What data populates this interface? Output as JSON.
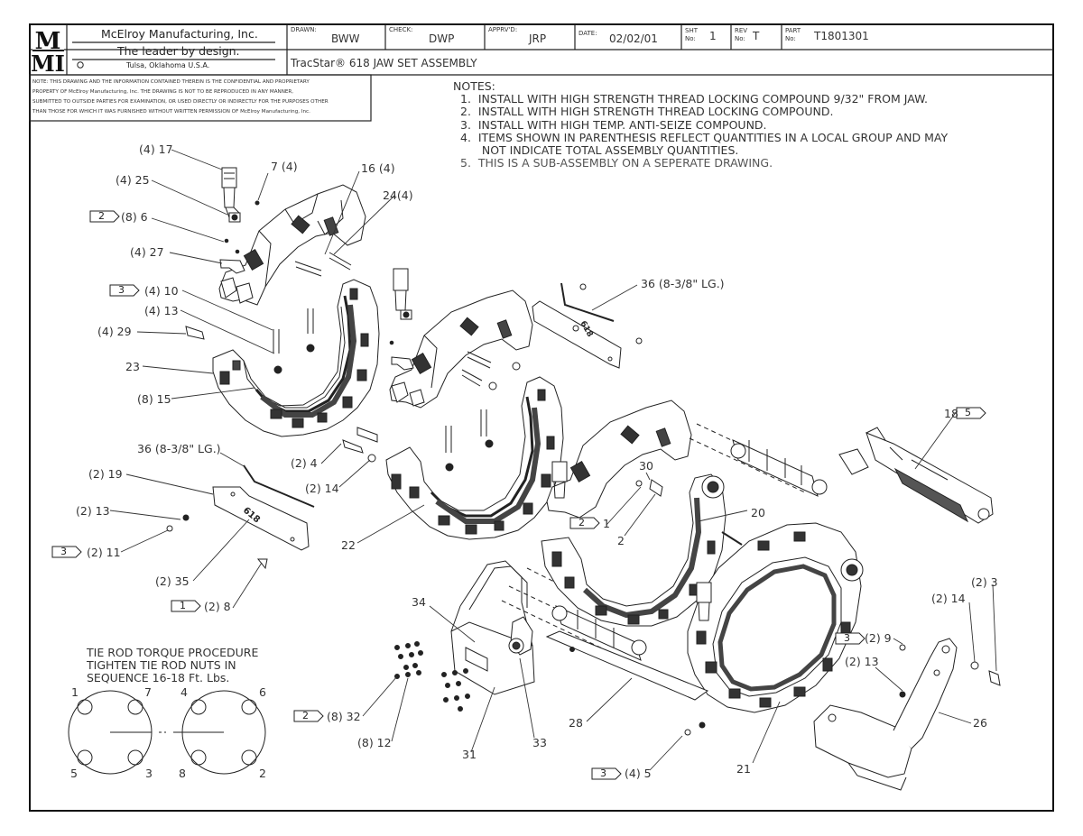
{
  "title_block": {
    "company": "McElroy Manufacturing, Inc.",
    "tagline": "The leader by design.",
    "location": "Tulsa, Oklahoma U.S.A.",
    "logo_top": "M",
    "logo_bottom": "MI",
    "drawn_label": "DRAWN:",
    "drawn_value": "BWW",
    "check_label": "CHECK:",
    "check_value": "DWP",
    "apprvd_label": "APPRV'D:",
    "apprvd_value": "JRP",
    "date_label": "DATE:",
    "date_value": "02/02/01",
    "sht_label_1": "SHT",
    "sht_label_2": "No:",
    "sht_value": "1",
    "rev_label_1": "REV",
    "rev_label_2": "No:",
    "rev_value": "T",
    "part_label_1": "PART",
    "part_label_2": "No:",
    "part_value": "T1801301",
    "drawing_title": "TracStar® 618 JAW SET ASSEMBLY"
  },
  "confidential_note": [
    "NOTE: THIS DRAWING AND THE INFORMATION CONTAINED THEREIN IS THE CONFIDENTIAL AND PROPRIETARY",
    "PROPERTY OF McElroy Manufacturing, Inc. THE DRAWING IS NOT TO BE REPRODUCED IN ANY MANNER,",
    "SUBMITTED TO OUTSIDE PARTIES FOR EXAMINATION, OR USED DIRECTLY OR INDIRECTLY FOR THE PURPOSES OTHER",
    "THAN THOSE FOR WHICH IT WAS FURNISHED WITHOUT WRITTEN PERMISSION OF McElroy Manufacturing, Inc."
  ],
  "notes": {
    "heading": "NOTES:",
    "items": [
      "1.  INSTALL WITH HIGH STRENGTH THREAD LOCKING COMPOUND 9/32\" FROM JAW.",
      "2.  INSTALL WITH HIGH STRENGTH THREAD LOCKING COMPOUND.",
      "3.  INSTALL WITH HIGH TEMP. ANTI-SEIZE COMPOUND.",
      "4.  ITEMS SHOWN IN PARENTHESIS REFLECT QUANTITIES IN A LOCAL GROUP AND MAY",
      "      NOT INDICATE TOTAL ASSEMBLY QUANTITIES.",
      "5.  THIS IS A SUB-ASSEMBLY ON A SEPERATE DRAWING."
    ]
  },
  "callouts": {
    "c17": "(4) 17",
    "c25": "(4) 25",
    "c6": "(8) 6",
    "c27": "(4) 27",
    "c10": "(4) 10",
    "c13a": "(4) 13",
    "c29": "(4) 29",
    "c23": "23",
    "c15": "(8) 15",
    "c7": "7 (4)",
    "c16": "16 (4)",
    "c24": "24(4)",
    "c36a": "36 (8-3/8\" LG.)",
    "c36b": "36 (8-3/8\" LG.)",
    "c19": "(2) 19",
    "c13b": "(2) 13",
    "c11": "(2) 11",
    "c35": "(2) 35",
    "c8": "(2) 8",
    "c4": "(2) 4",
    "c14a": "(2) 14",
    "c22": "22",
    "c18": "18",
    "c30": "30",
    "c1": "1",
    "c2": "2",
    "c20": "20",
    "c34": "34",
    "c32": "(8) 32",
    "c12": "(8) 12",
    "c31": "31",
    "c33": "33",
    "c28": "28",
    "c5": "(4) 5",
    "c21": "21",
    "c9": "(2) 9",
    "c13c": "(2) 13",
    "c3": "(2) 3",
    "c14b": "(2) 14",
    "c26": "26"
  },
  "flags": {
    "f6": "2",
    "f10": "3",
    "f11": "3",
    "f8": "1",
    "f1": "2",
    "f32": "2",
    "f5": "3",
    "f9": "3",
    "f18": "5"
  },
  "part_markings": {
    "plate_top": "618",
    "plate_left": "618"
  },
  "tie_rod": {
    "line1": "TIE ROD TORQUE PROCEDURE",
    "line2": "TIGHTEN TIE ROD NUTS IN",
    "line3": "SEQUENCE 16-18 Ft. Lbs.",
    "n1": "1",
    "n7": "7",
    "n5": "5",
    "n3": "3",
    "n4": "4",
    "n6": "6",
    "n8": "8",
    "n2": "2"
  }
}
